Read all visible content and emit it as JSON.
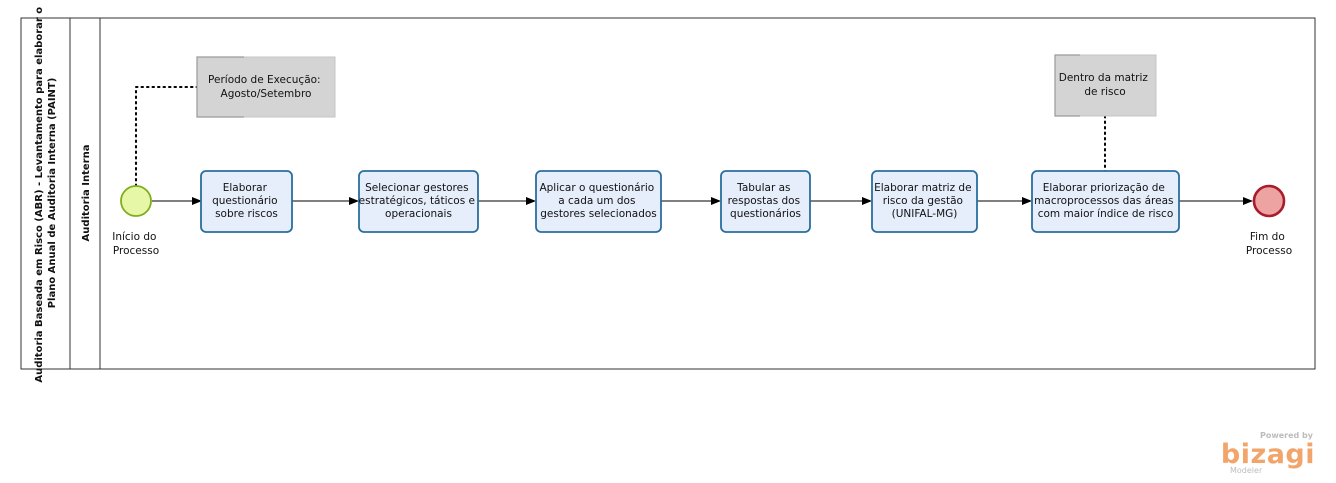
{
  "pool": {
    "label_lines": [
      "Auditoria Baseada em Risco (ABR) - Levantamento para elaborar o",
      "Plano Anual de Auditoria Interna (PAINT)"
    ]
  },
  "lane": {
    "label": "Auditoria Interna"
  },
  "start_event": {
    "label_lines": [
      "Início do",
      "Processo"
    ],
    "color": "#e6f7a8",
    "stroke": "#7fae1a"
  },
  "end_event": {
    "label_lines": [
      "Fim do",
      "Processo"
    ],
    "color": "#eea3a3",
    "stroke": "#a81c2c"
  },
  "tasks": [
    {
      "id": "t1",
      "lines": [
        "Elaborar",
        "questionário",
        "sobre riscos"
      ]
    },
    {
      "id": "t2",
      "lines": [
        "Selecionar gestores",
        "estratégicos, táticos e",
        "operacionais"
      ]
    },
    {
      "id": "t3",
      "lines": [
        "Aplicar o questionário",
        "a cada um dos",
        "gestores selecionados"
      ]
    },
    {
      "id": "t4",
      "lines": [
        "Tabular as",
        "respostas dos",
        "questionários"
      ]
    },
    {
      "id": "t5",
      "lines": [
        "Elaborar matriz de",
        "risco da gestão",
        "(UNIFAL-MG)"
      ]
    },
    {
      "id": "t6",
      "lines": [
        "Elaborar priorização de",
        "macroprocessos das áreas",
        "com maior índice de risco"
      ]
    }
  ],
  "annotations": [
    {
      "id": "a1",
      "lines": [
        "Período de Execução:",
        "Agosto/Setembro"
      ]
    },
    {
      "id": "a2",
      "lines": [
        "Dentro da matriz",
        "de risco"
      ]
    }
  ],
  "branding": {
    "powered_by": "Powered by",
    "logo": "bizagi",
    "product": "Modeler",
    "logo_color": "#f2a56b"
  }
}
